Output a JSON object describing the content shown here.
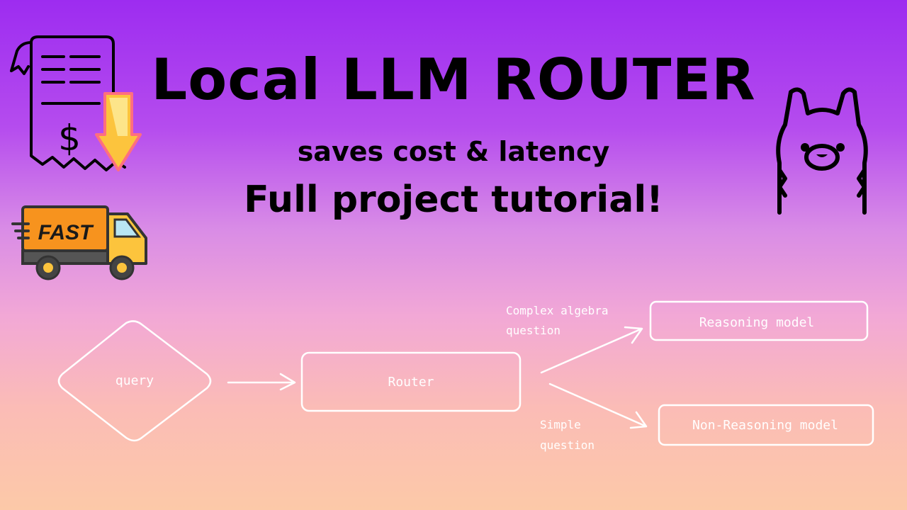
{
  "header": {
    "title": "Local LLM ROUTER",
    "subtitle": "saves cost & latency",
    "tagline": "Full project tutorial!"
  },
  "icons": {
    "receipt": {
      "name": "receipt-icon",
      "symbol": "$"
    },
    "truck": {
      "name": "delivery-truck-icon",
      "label": "FAST"
    },
    "llama": {
      "name": "llama-icon"
    }
  },
  "diagram": {
    "query_label": "query",
    "router_label": "Router",
    "reasoning_label": "Reasoning model",
    "non_reasoning_label": "Non-Reasoning model",
    "edge_complex_line1": "Complex algebra",
    "edge_complex_line2": "question",
    "edge_simple_line1": "Simple",
    "edge_simple_line2": "question"
  },
  "colors": {
    "gradient_top": "#9d2cf0",
    "gradient_bottom": "#fcc9a8",
    "truck_cargo": "#f7931e",
    "truck_cab": "#fcc43d",
    "arrow_fill": "#fcc43d"
  }
}
